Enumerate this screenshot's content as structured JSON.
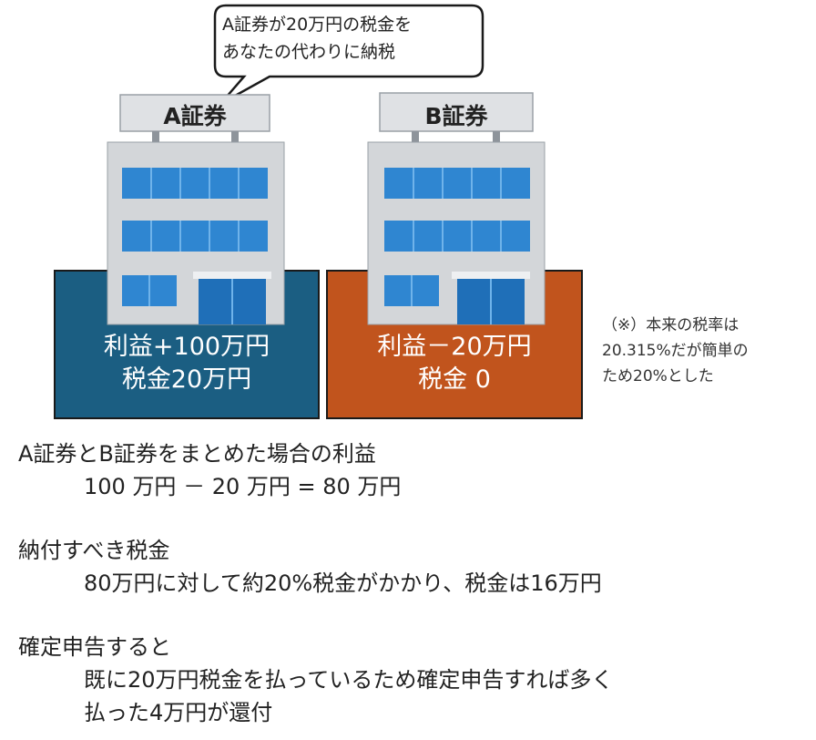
{
  "bubble": {
    "line1": "A証券が20万円の税金を",
    "line2": "あなたの代わりに納税"
  },
  "broker_a": {
    "name": "A証券",
    "profit": "利益+100万円",
    "tax": "税金20万円",
    "color": "#1b5e82"
  },
  "broker_b": {
    "name": "B証券",
    "profit": "利益－20万円",
    "tax": "税金 0",
    "color": "#c1541d"
  },
  "note": {
    "line1": "（※）本来の税率は",
    "line2": "20.315%だが簡単の",
    "line3": "ため20%とした"
  },
  "sections": {
    "combined_heading": "A証券とB証券をまとめた場合の利益",
    "combined_formula": "100 万円 － 20 万円 = 80 万円",
    "tax_heading": "納付すべき税金",
    "tax_detail": "80万円に対して約20%税金がかかり、税金は16万円",
    "filing_heading": "確定申告すると",
    "filing_detail_1": "既に20万円税金を払っているため確定申告すれば多く",
    "filing_detail_2": "払った4万円が還付"
  },
  "icons": [
    "speech-bubble",
    "office-building-icon",
    "office-building-icon"
  ]
}
